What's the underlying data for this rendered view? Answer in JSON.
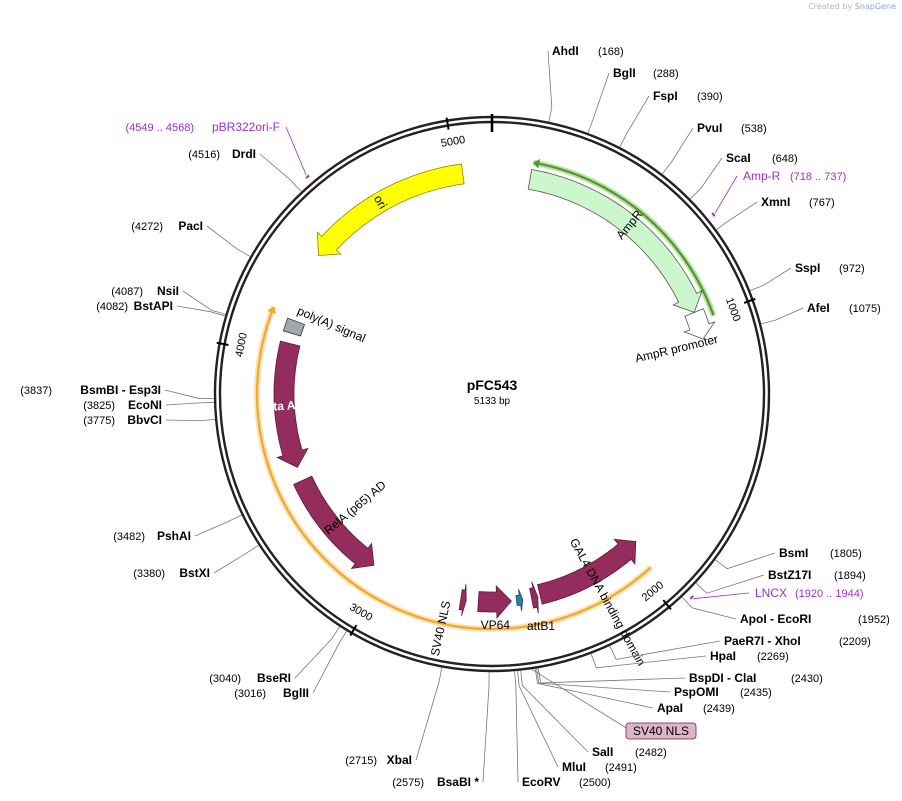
{
  "branding": {
    "created_by": "Created by",
    "app": "SnapGene"
  },
  "plasmid": {
    "name": "pFC543",
    "size_label": "5133 bp",
    "total_bp": 5133
  },
  "colors": {
    "backbone": "#222222",
    "enzyme_line": "#777777",
    "primer": "#9b30c8",
    "feature_ori": "#ffff00",
    "feature_ampr": "#ccf7cc",
    "feature_promoter": "#ffffff",
    "feature_polyA": "#a3a8ad",
    "feature_domain": "#952c5e",
    "feature_attb1": "#2a7fa8",
    "orf": "#f4a828",
    "orf_ampr": "#4a9e1c"
  },
  "ticks": [
    {
      "pos": 0,
      "label": ""
    },
    {
      "pos": 1000,
      "label": "1000"
    },
    {
      "pos": 2000,
      "label": "2000"
    },
    {
      "pos": 3000,
      "label": "3000"
    },
    {
      "pos": 4000,
      "label": "4000"
    },
    {
      "pos": 5000,
      "label": "5000"
    }
  ],
  "features": [
    {
      "name": "ori",
      "start": 4400,
      "end": 5025,
      "dir": -1,
      "type": "ori",
      "label": "ori"
    },
    {
      "name": "AmpR",
      "start": 143,
      "end": 970,
      "dir": 1,
      "type": "ampr",
      "label": "AmpR"
    },
    {
      "name": "AmpR promoter",
      "start": 970,
      "end": 1075,
      "dir": 1,
      "type": "promoter",
      "label": "AmpR promoter"
    },
    {
      "name": "GAL4 DNA binding domain",
      "start": 1935,
      "end": 2375,
      "dir": -1,
      "type": "domain",
      "label": "GAL4 DNA binding domain"
    },
    {
      "name": "attB1",
      "start": 2385,
      "end": 2410,
      "dir": -1,
      "type": "domain",
      "label": "attB1"
    },
    {
      "name": "attB1-small",
      "start": 2445,
      "end": 2470,
      "dir": -1,
      "type": "attb1",
      "label": ""
    },
    {
      "name": "VP64",
      "start": 2490,
      "end": 2620,
      "dir": -1,
      "type": "domain",
      "label": "VP64"
    },
    {
      "name": "SV40 NLS",
      "start": 2668,
      "end": 2690,
      "dir": -1,
      "type": "domain",
      "label": "SV40 NLS"
    },
    {
      "name": "RelA (p65) AD",
      "start": 3060,
      "end": 3500,
      "dir": -1,
      "type": "domain",
      "label": "RelA (p65) AD"
    },
    {
      "name": "Rta AD",
      "start": 3555,
      "end": 4050,
      "dir": -1,
      "type": "domain",
      "label": "Rta AD"
    },
    {
      "name": "poly(A) signal",
      "start": 4090,
      "end": 4140,
      "dir": -1,
      "type": "polyA",
      "label": "poly(A) signal"
    }
  ],
  "orfs": [
    {
      "start": 145,
      "end": 1005,
      "dir": 1,
      "type": "ampr"
    },
    {
      "start": 1960,
      "end": 4160,
      "dir": -1,
      "type": "main"
    }
  ],
  "primers": [
    {
      "name": "pBR322ori-F",
      "range": "(4549 .. 4568)",
      "pos": 4558
    },
    {
      "name": "Amp-R",
      "range": "(718 .. 737)",
      "pos": 727
    },
    {
      "name": "LNCX",
      "range": "(1920 .. 1944)",
      "pos": 1932
    }
  ],
  "enzymes_right": [
    {
      "name": "AhdI",
      "pos": 168,
      "num": "(168)"
    },
    {
      "name": "BglI",
      "pos": 288,
      "num": "(288)"
    },
    {
      "name": "FspI",
      "pos": 390,
      "num": "(390)"
    },
    {
      "name": "PvuI",
      "pos": 538,
      "num": "(538)"
    },
    {
      "name": "ScaI",
      "pos": 648,
      "num": "(648)"
    },
    {
      "name": "XmnI",
      "pos": 767,
      "num": "(767)"
    },
    {
      "name": "SspI",
      "pos": 972,
      "num": "(972)"
    },
    {
      "name": "AfeI",
      "pos": 1075,
      "num": "(1075)"
    },
    {
      "name": "BsmI",
      "pos": 1805,
      "num": "(1805)"
    },
    {
      "name": "BstZ17I",
      "pos": 1894,
      "num": "(1894)"
    },
    {
      "name": "ApoI - EcoRI",
      "pos": 1952,
      "num": "(1952)"
    },
    {
      "name": "PaeR7I - XhoI",
      "pos": 2209,
      "num": "(2209)"
    },
    {
      "name": "HpaI",
      "pos": 2269,
      "num": "(2269)"
    },
    {
      "name": "BspDI - ClaI",
      "pos": 2430,
      "num": "(2430)"
    },
    {
      "name": "PspOMI",
      "pos": 2435,
      "num": "(2435)"
    },
    {
      "name": "ApaI",
      "pos": 2439,
      "num": "(2439)"
    },
    {
      "name": "SalI",
      "pos": 2482,
      "num": "(2482)"
    },
    {
      "name": "MluI",
      "pos": 2491,
      "num": "(2491)"
    },
    {
      "name": "EcoRV",
      "pos": 2500,
      "num": "(2500)"
    }
  ],
  "enzymes_left": [
    {
      "name": "BsaBI *",
      "pos": 2575,
      "num": "(2575)"
    },
    {
      "name": "XbaI",
      "pos": 2715,
      "num": "(2715)"
    },
    {
      "name": "BglII",
      "pos": 3016,
      "num": "(3016)"
    },
    {
      "name": "BseRI",
      "pos": 3040,
      "num": "(3040)"
    },
    {
      "name": "BstXI",
      "pos": 3380,
      "num": "(3380)"
    },
    {
      "name": "PshAI",
      "pos": 3482,
      "num": "(3482)"
    },
    {
      "name": "BbvCI",
      "pos": 3775,
      "num": "(3775)"
    },
    {
      "name": "EcoNI",
      "pos": 3825,
      "num": "(3825)"
    },
    {
      "name": "BsmBI - Esp3I",
      "pos": 3837,
      "num": "(3837)"
    },
    {
      "name": "BstAPI",
      "pos": 4082,
      "num": "(4082)"
    },
    {
      "name": "NsiI",
      "pos": 4087,
      "num": "(4087)"
    },
    {
      "name": "PacI",
      "pos": 4272,
      "num": "(4272)"
    },
    {
      "name": "DrdI",
      "pos": 4516,
      "num": "(4516)"
    }
  ],
  "boxed_feature": {
    "label": "SV40 NLS",
    "pos": 2450
  }
}
